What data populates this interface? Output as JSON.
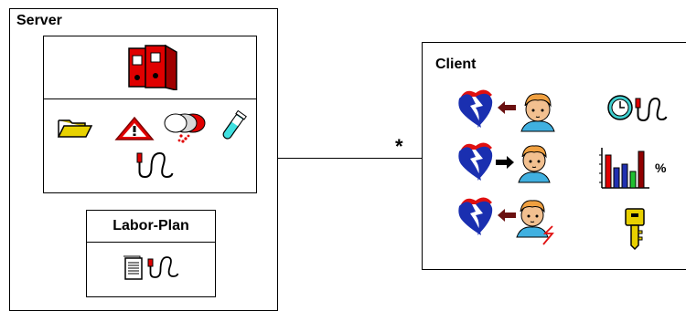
{
  "server": {
    "title": "Server",
    "icons": [
      "binder-icon",
      "folder-icon",
      "warning-triangle-icon",
      "blood-cells-icon",
      "test-tube-icon",
      "cable-icon"
    ]
  },
  "labor_plan": {
    "title": "Labor-Plan",
    "icons": [
      "document-icon",
      "cable-icon"
    ]
  },
  "connection": {
    "multiplicity": "*"
  },
  "client": {
    "title": "Client",
    "icons": [
      "heart-receive-icon",
      "heart-send-icon",
      "heart-error-icon",
      "clock-cable-icon",
      "bar-chart-percent-icon",
      "key-icon"
    ],
    "chart_label": "%"
  },
  "colors": {
    "binder": "#e00000",
    "heart_blue": "#1a2fb0",
    "heart_red": "#e01010",
    "folder": "#c8b400",
    "tube": "#40e0e0",
    "key": "#e8d000"
  }
}
